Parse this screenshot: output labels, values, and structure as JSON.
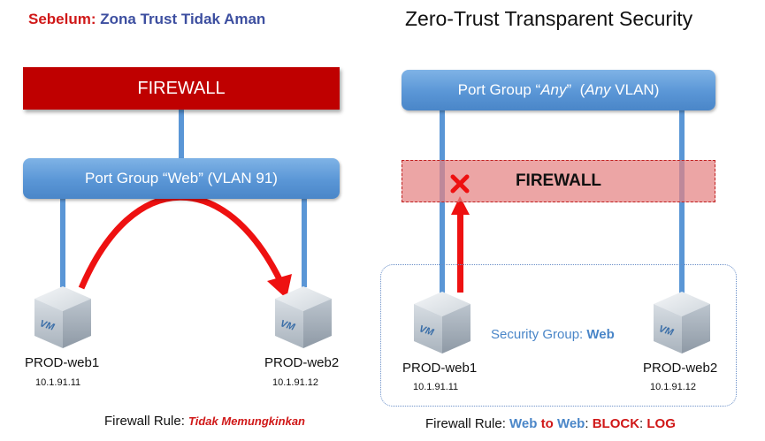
{
  "before": {
    "title_prefix": "Sebelum:",
    "title_text": "Zona Trust Tidak Aman",
    "firewall_label": "FIREWALL",
    "port_group_label": "Port Group “Web”  (VLAN 91)",
    "vm1": {
      "name": "PROD-web1",
      "ip": "10.1.91.11",
      "icon_text": "VM"
    },
    "vm2": {
      "name": "PROD-web2",
      "ip": "10.1.91.12",
      "icon_text": "VM"
    },
    "rule_prefix": "Firewall Rule:",
    "rule_value": "Tidak Memungkinkan"
  },
  "after": {
    "title": "Zero-Trust Transparent Security",
    "port_group_prefix": "Port Group “",
    "port_group_any1": "Any",
    "port_group_mid": "”  (",
    "port_group_any2": "Any",
    "port_group_suffix": " VLAN)",
    "firewall_label": "FIREWALL",
    "security_group_prefix": "Security Group:",
    "security_group_name": "Web",
    "vm1": {
      "name": "PROD-web1",
      "ip": "10.1.91.11",
      "icon_text": "VM"
    },
    "vm2": {
      "name": "PROD-web2",
      "ip": "10.1.91.12",
      "icon_text": "VM"
    },
    "rule_prefix": "Firewall Rule:",
    "rule_src": "Web",
    "rule_to": "to",
    "rule_dst": "Web",
    "rule_action": "BLOCK",
    "rule_log": "LOG"
  },
  "colors": {
    "firewall_red": "#bf0000",
    "port_group_blue": "#5a96d6",
    "arrow_red": "#ee1111",
    "link_blue": "#5a96d6"
  }
}
